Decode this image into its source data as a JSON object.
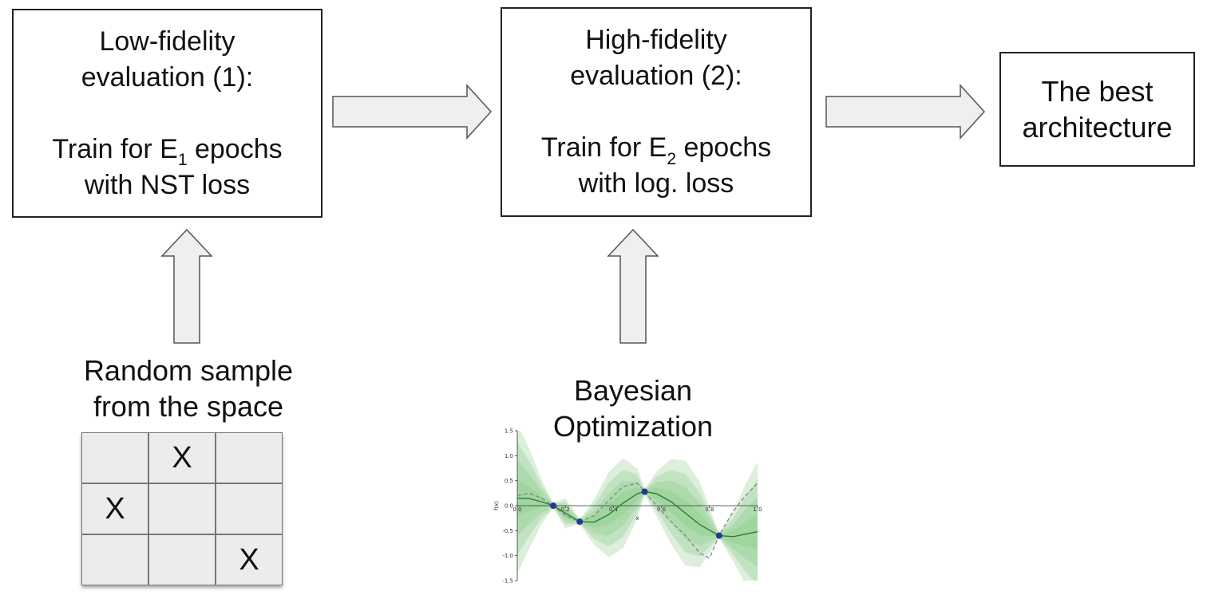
{
  "boxes": {
    "low": {
      "title_line1": "Low-fidelity",
      "title_line2": "evaluation (1):",
      "train_prefix": "Train for E",
      "train_sub": "1",
      "train_suffix": " epochs",
      "loss_line": "with NST loss"
    },
    "high": {
      "title_line1": "High-fidelity",
      "title_line2": "evaluation (2):",
      "train_prefix": "Train for E",
      "train_sub": "2",
      "train_suffix": " epochs",
      "loss_line": "with log. loss"
    },
    "best": {
      "line1": "The best",
      "line2": "architecture"
    }
  },
  "labels": {
    "random_line1": "Random sample",
    "random_line2": "from the space",
    "bayes_line1": "Bayesian",
    "bayes_line2": "Optimization"
  },
  "grid": {
    "cells": [
      "",
      "X",
      "",
      "X",
      "",
      "",
      "",
      "",
      "X"
    ]
  },
  "colors": {
    "arrow_fill": "#efefef",
    "arrow_stroke": "#555555",
    "band_color": "#7fc47f",
    "mean_line": "#2e7d32",
    "true_function": "#8a8a8a",
    "observation_point": "#1f3a93"
  },
  "chart_data": {
    "type": "line",
    "title": "",
    "xlabel": "x",
    "ylabel": "f(x)",
    "xlim": [
      0.0,
      1.0
    ],
    "ylim": [
      -1.5,
      1.5
    ],
    "xticks": [
      "0.0",
      "0.2",
      "0.4",
      "0.6",
      "0.8",
      "1.0"
    ],
    "yticks": [
      "1.5",
      "1.0",
      "0.5",
      "0.0",
      "-0.5",
      "-1.0",
      "-1.5"
    ],
    "observations": [
      {
        "x": 0.15,
        "y": 0.0
      },
      {
        "x": 0.26,
        "y": -0.32
      },
      {
        "x": 0.53,
        "y": 0.28
      },
      {
        "x": 0.84,
        "y": -0.6
      }
    ],
    "mean": [
      {
        "x": 0.0,
        "y": 0.15
      },
      {
        "x": 0.05,
        "y": 0.14
      },
      {
        "x": 0.1,
        "y": 0.08
      },
      {
        "x": 0.15,
        "y": 0.0
      },
      {
        "x": 0.2,
        "y": -0.15
      },
      {
        "x": 0.26,
        "y": -0.32
      },
      {
        "x": 0.32,
        "y": -0.33
      },
      {
        "x": 0.38,
        "y": -0.18
      },
      {
        "x": 0.44,
        "y": 0.05
      },
      {
        "x": 0.5,
        "y": 0.24
      },
      {
        "x": 0.53,
        "y": 0.28
      },
      {
        "x": 0.58,
        "y": 0.24
      },
      {
        "x": 0.64,
        "y": 0.08
      },
      {
        "x": 0.7,
        "y": -0.15
      },
      {
        "x": 0.76,
        "y": -0.38
      },
      {
        "x": 0.84,
        "y": -0.6
      },
      {
        "x": 0.9,
        "y": -0.62
      },
      {
        "x": 0.95,
        "y": -0.57
      },
      {
        "x": 1.0,
        "y": -0.52
      }
    ],
    "true_function": [
      {
        "x": 0.0,
        "y": 0.2
      },
      {
        "x": 0.05,
        "y": 0.25
      },
      {
        "x": 0.1,
        "y": 0.15
      },
      {
        "x": 0.15,
        "y": 0.0
      },
      {
        "x": 0.2,
        "y": -0.2
      },
      {
        "x": 0.26,
        "y": -0.32
      },
      {
        "x": 0.32,
        "y": -0.2
      },
      {
        "x": 0.38,
        "y": 0.1
      },
      {
        "x": 0.44,
        "y": 0.38
      },
      {
        "x": 0.5,
        "y": 0.45
      },
      {
        "x": 0.53,
        "y": 0.28
      },
      {
        "x": 0.58,
        "y": 0.0
      },
      {
        "x": 0.64,
        "y": -0.32
      },
      {
        "x": 0.7,
        "y": -0.6
      },
      {
        "x": 0.76,
        "y": -0.95
      },
      {
        "x": 0.8,
        "y": -1.05
      },
      {
        "x": 0.84,
        "y": -0.6
      },
      {
        "x": 0.9,
        "y": -0.1
      },
      {
        "x": 0.95,
        "y": 0.2
      },
      {
        "x": 1.0,
        "y": 0.45
      }
    ],
    "uncertainty_halfwidth": [
      {
        "x": 0.0,
        "y": 1.5
      },
      {
        "x": 0.05,
        "y": 1.0
      },
      {
        "x": 0.1,
        "y": 0.45
      },
      {
        "x": 0.15,
        "y": 0.05
      },
      {
        "x": 0.2,
        "y": 0.3
      },
      {
        "x": 0.26,
        "y": 0.05
      },
      {
        "x": 0.32,
        "y": 0.45
      },
      {
        "x": 0.38,
        "y": 0.85
      },
      {
        "x": 0.44,
        "y": 0.9
      },
      {
        "x": 0.5,
        "y": 0.5
      },
      {
        "x": 0.53,
        "y": 0.05
      },
      {
        "x": 0.58,
        "y": 0.45
      },
      {
        "x": 0.64,
        "y": 0.85
      },
      {
        "x": 0.7,
        "y": 1.05
      },
      {
        "x": 0.76,
        "y": 0.85
      },
      {
        "x": 0.84,
        "y": 0.05
      },
      {
        "x": 0.9,
        "y": 0.5
      },
      {
        "x": 0.95,
        "y": 1.0
      },
      {
        "x": 1.0,
        "y": 1.4
      }
    ],
    "band_levels": [
      1.0,
      0.75,
      0.5,
      0.25
    ]
  }
}
